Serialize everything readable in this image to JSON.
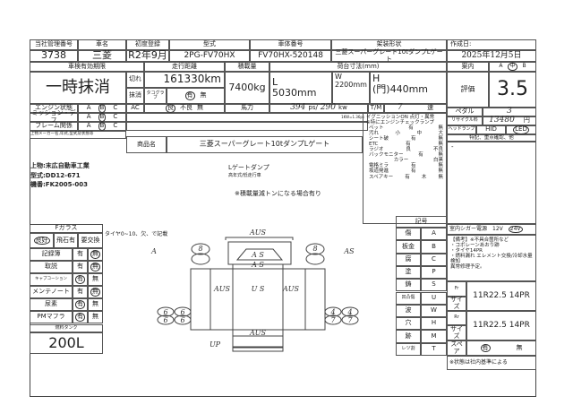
{
  "header": {
    "mgmt_no_label": "当社管理番号",
    "mgmt_no": "3738",
    "car_name_label": "車名",
    "car_name": "三菱",
    "first_reg_label": "初度登録",
    "first_reg": "R2年9月",
    "model_label": "型式",
    "model": "2PG-FV70HX",
    "chassis_label": "車体番号",
    "chassis": "FV70HX-520148",
    "body_label": "架装形状",
    "body": "三菱スーパーグレート10tダンプLゲート",
    "created_label": "作成日:",
    "created": "2025年12月5日"
  },
  "inspection": {
    "label": "車検有効期限",
    "value": "一時抹消"
  },
  "mileage": {
    "label": "走行距離",
    "expired_label": "切れ",
    "value": "161330km",
    "cancel_label": "抹消",
    "tacho_label": "タコグラフ",
    "tacho_yes": "有",
    "tacho_no": "無"
  },
  "capacity": {
    "label": "積載量",
    "value": "7400kg"
  },
  "bed": {
    "label": "荷台寸法(mm)",
    "l_label": "L",
    "l": "5030mm",
    "w_label": "W",
    "w": "2200mm",
    "h_label": "H",
    "h": "(門)440mm"
  },
  "guide": {
    "label": "案内",
    "a": "A",
    "mid": "中",
    "b": "B"
  },
  "grade": {
    "label": "評価",
    "value": "3.5"
  },
  "conditions": [
    {
      "label": "エンジン状態",
      "opts": [
        "A",
        "B",
        "C"
      ]
    },
    {
      "label": "ミッション・デフ",
      "opts": [
        "A",
        "B",
        "C"
      ]
    },
    {
      "label": "フレーム関係",
      "opts": [
        "A",
        "B",
        "C"
      ]
    }
  ],
  "ac": {
    "label": "AC",
    "good": "良",
    "bad": "不良",
    "none": "無"
  },
  "power": {
    "label": "馬力",
    "ps": "394",
    "ps_unit": "ps/",
    "kw": "290",
    "kw_unit": "kw",
    "note": "1KW=1.36ps"
  },
  "tm": {
    "label": "T/M",
    "value": "7",
    "unit": "速"
  },
  "pedal": {
    "label": "ペダル",
    "value": "3"
  },
  "recycle": {
    "label": "リサイクル料",
    "value": "13480",
    "unit": "円"
  },
  "headlamp": {
    "label": "ヘッドランプ",
    "hid": "HID",
    "led": "LED"
  },
  "maker_label": "上物メーカー名,年式,型式及状態等",
  "product": {
    "label": "商品名",
    "value": "三菱スーパーグレート10tダンプLゲート"
  },
  "upper": {
    "line1": "上物:末広自動車工業",
    "line2": "型式:DD12-671",
    "line3": "機番:FK2005-003"
  },
  "desc": {
    "line1": "Lゲートダンプ",
    "line2": "高年式/低走行車",
    "note": "※積載量減トンになる場合有り"
  },
  "equipment": {
    "ignition": "イグニッションON",
    "ignition_opts": "点灯・異常",
    "warning": "※特にエンジンチェックランプ",
    "rows": [
      [
        "ペット",
        "有",
        "無"
      ],
      [
        "汚れ",
        "小",
        "中",
        "大"
      ],
      [
        "シート破",
        "有",
        "無"
      ],
      [
        "ETC",
        "有",
        "無"
      ],
      [
        "ラジオ",
        "良",
        "不良"
      ],
      [
        "バックモニター",
        "有",
        "無"
      ],
      [
        "",
        "カラー",
        "白黒"
      ],
      [
        "電格ミラ",
        "有",
        "無"
      ],
      [
        "坂道発進",
        "有",
        "無"
      ],
      [
        "スペアキー",
        "有",
        "木",
        "無"
      ]
    ]
  },
  "notes": {
    "label": "特記、重点確認、他",
    "marker": "-"
  },
  "cigar": {
    "label": "室内シガー電源",
    "v12": "12V",
    "v24": "24V"
  },
  "glass": {
    "label": "Fガラス",
    "opts": [
      "良好",
      "飛石有",
      "要交換"
    ]
  },
  "checks": [
    [
      "記録簿",
      "有",
      "無"
    ],
    [
      "取説",
      "有",
      "無"
    ],
    [
      "キャブコーション",
      "有",
      "無"
    ],
    [
      "メンテノート",
      "有",
      "無"
    ],
    [
      "尿素",
      "有",
      "無"
    ],
    [
      "PMマフラ",
      "有",
      "無"
    ]
  ],
  "fuel": {
    "label": "燃料タンク",
    "value": "200L"
  },
  "diagram": {
    "title": "タイヤ0~10、欠、で記載",
    "marks": [
      "AUS",
      "A S",
      "A S",
      "A",
      "AS",
      "AUS",
      "U S",
      "AUS",
      "AUS",
      "UP",
      "8",
      "8",
      "6",
      "6",
      "6",
      "6",
      "4",
      "4",
      "7",
      "7"
    ]
  },
  "legend": {
    "title": "記号",
    "rows": [
      [
        "傷",
        "A"
      ],
      [
        "板金",
        "B"
      ],
      [
        "腐",
        "C"
      ],
      [
        "塗",
        "P"
      ],
      [
        "鋳",
        "S"
      ],
      [
        "凹凸傷",
        "U"
      ],
      [
        "波",
        "W"
      ],
      [
        "穴",
        "H"
      ],
      [
        "跡",
        "M"
      ],
      [
        "レツ割",
        "T"
      ]
    ]
  },
  "remarks": {
    "title": "【備考】※不具合箇所など",
    "lines": [
      "・コボレーンあおり跡",
      "・タイヤ14PR",
      "・燃料漏れ エレメント交換/冷却水量検知",
      "異常修理予定。"
    ]
  },
  "tires": {
    "fr_label": "Fr",
    "size_label": "サイズ",
    "fr": "11R22.5 14PR",
    "rr_label": "Rr",
    "rr": "11R22.5 14PR",
    "spare_label": "スペア",
    "spare_yes": "有",
    "spare_no": "無"
  },
  "footer_note": "※状態は社内基準による"
}
